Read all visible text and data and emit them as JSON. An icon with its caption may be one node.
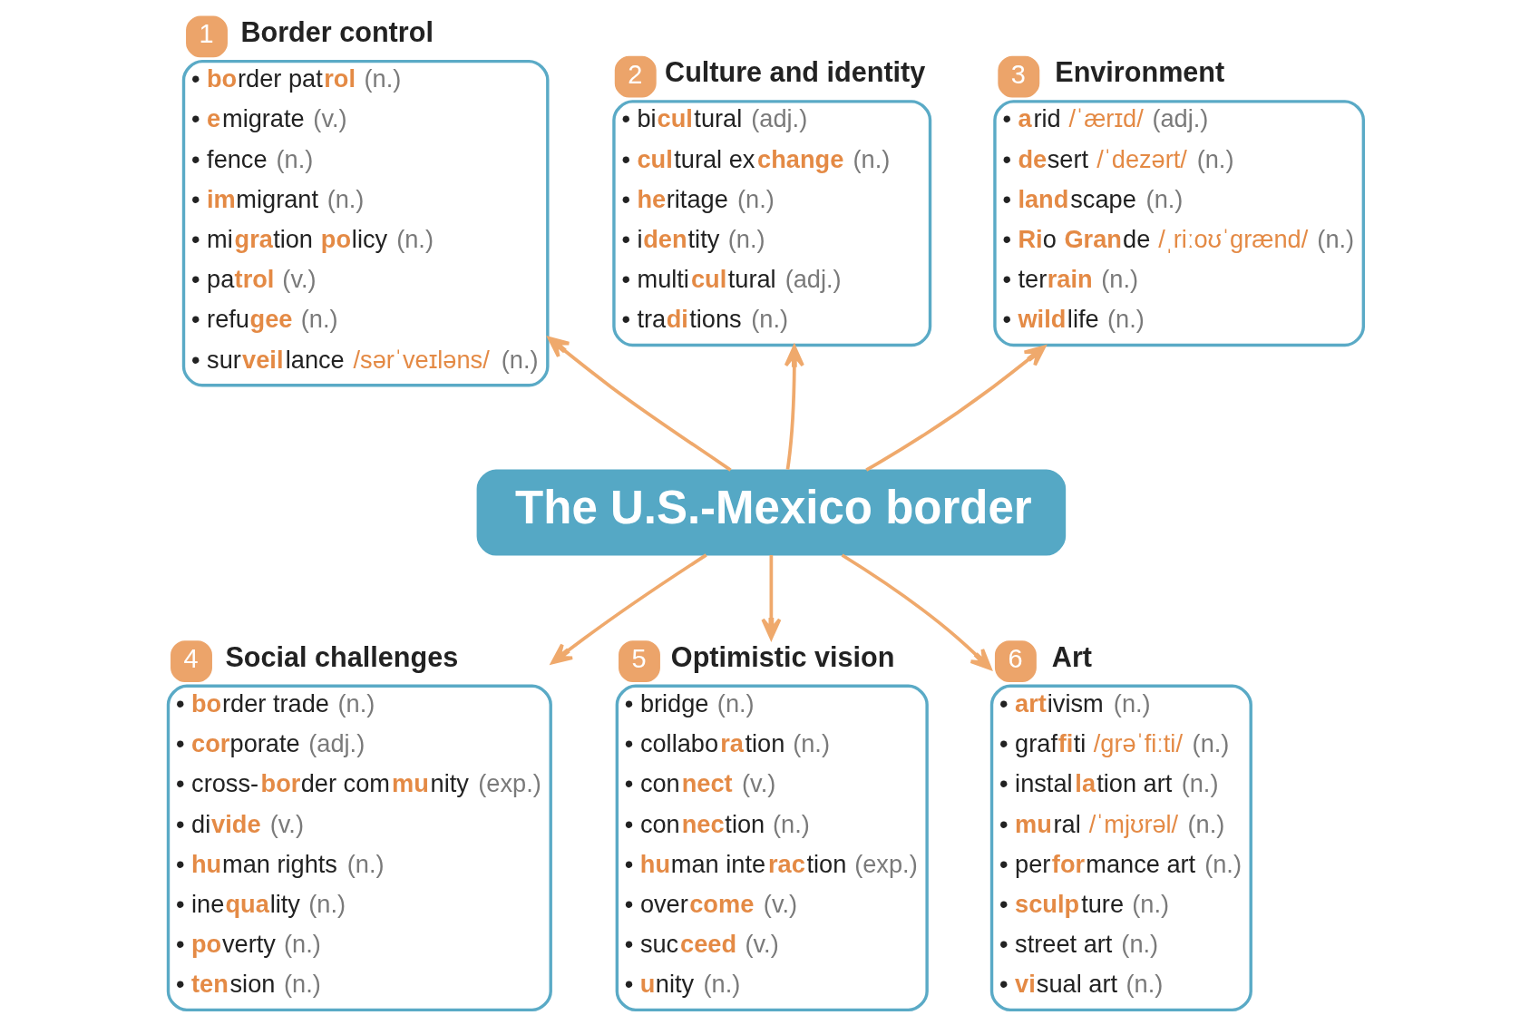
{
  "diagram": {
    "nodes": [
      {
        "text": [
          "The U.S.-Mexico border"
        ]
      },
      {
        "text": [
          "1",
          "Border control",
          "• **bo**rder pat**rol** (n.)",
          "• **e**migrate (v.)",
          "• fence (n.)",
          "• **im**migrant (n.)",
          "• mi**gra**tion **po**licy (n.)",
          "• pa**trol** (v.)",
          "• refu**gee** (n.)",
          "• sur**veil**lance /sərˈveɪləns/ (n.)"
        ]
      },
      {
        "text": [
          "2",
          "Culture and identity",
          "• bi**cul**tural (adj.)",
          "• **cul**tural ex**change** (n.)",
          "• **he**ritage (n.)",
          "• i**den**tity (n.)",
          "• multi**cul**tural (adj.)",
          "• tra**di**tions (n.)"
        ]
      },
      {
        "text": [
          "3",
          "Environment",
          "• **a**rid /ˈærɪd/ (adj.)",
          "• **de**sert /ˈdezərt/ (n.)",
          "• **land**scape (n.)",
          "• **Ri**o **Gran**de /ˌriːoʊˈgrænd/ (n.)",
          "• ter**rain** (n.)",
          "• **wild**life (n.)"
        ]
      },
      {
        "text": [
          "4",
          "Social challenges",
          "• **bo**rder trade (n.)",
          "• **cor**porate (adj.)",
          "• cross-**bor**der com**mu**nity (exp.)",
          "• di**vide** (v.)",
          "• **hu**man rights (n.)",
          "• ine**qua**lity (n.)",
          "• **po**verty (n.)",
          "• **ten**sion (n.)"
        ]
      },
      {
        "text": [
          "5",
          "Optimistic vision",
          "• bridge (n.)",
          "• collabo**ra**tion (n.)",
          "• con**nect** (v.)",
          "• con**nec**tion (n.)",
          "• **hu**man inte**rac**tion (exp.)",
          "• over**come** (v.)",
          "• suc**ceed** (v.)",
          "• **u**nity (n.)"
        ]
      },
      {
        "text": [
          "6",
          "Art",
          "• **art**ivism (n.)",
          "• graf**fi**ti /grəˈfiːti/ (n.)",
          "• instal**la**tion art (n.)",
          "• **mu**ral /ˈmjʊrəl/ (n.)",
          "• per**for**mance art (n.)",
          "• **sculp**ture (n.)",
          "• street art (n.)",
          "• **vi**sual art (n.)"
        ]
      }
    ],
    "edges": [
      {
        "from": 0,
        "to": 1,
        "arrow": "to"
      },
      {
        "from": 0,
        "to": 2,
        "arrow": "to"
      },
      {
        "from": 0,
        "to": 3,
        "arrow": "to"
      },
      {
        "from": 0,
        "to": 4,
        "arrow": "to"
      },
      {
        "from": 0,
        "to": 5,
        "arrow": "to"
      },
      {
        "from": 0,
        "to": 6,
        "arrow": "to"
      }
    ]
  }
}
